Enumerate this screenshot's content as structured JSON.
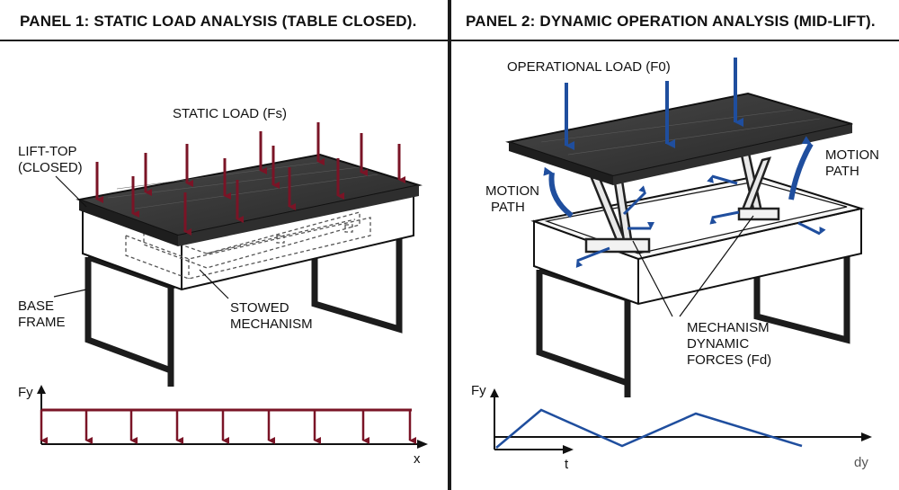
{
  "panel1": {
    "title": "PANEL 1: STATIC LOAD ANALYSIS (TABLE CLOSED).",
    "labels": {
      "static_load": "STATIC LOAD (Fs)",
      "lift_top_line1": "LIFT-TOP",
      "lift_top_line2": "(CLOSED)",
      "base_frame_line1": "BASE",
      "base_frame_line2": "FRAME",
      "stowed_line1": "STOWED",
      "stowed_line2": "MECHANISM"
    },
    "graph": {
      "y_axis": "Fy",
      "x_axis": "x"
    }
  },
  "panel2": {
    "title": "PANEL 2: DYNAMIC OPERATION ANALYSIS (MID-LIFT).",
    "labels": {
      "operational_load": "OPERATIONAL LOAD (F0)",
      "motion_path_left_line1": "MOTION",
      "motion_path_left_line2": "PATH",
      "motion_path_right_line1": "MOTION",
      "motion_path_right_line2": "PATH",
      "mechanism_line1": "MECHANISM",
      "mechanism_line2": "DYNAMIC",
      "mechanism_line3": "FORCES (Fd)"
    },
    "graph": {
      "y_axis": "Fy",
      "x_axis": "t",
      "x_axis_right": "dy"
    }
  },
  "colors": {
    "static_arrow": "#7a1426",
    "dynamic_arrow": "#1f4e9e",
    "tabletop": "#3a3a3a",
    "frame": "#1c1c1c",
    "line": "#111111"
  }
}
